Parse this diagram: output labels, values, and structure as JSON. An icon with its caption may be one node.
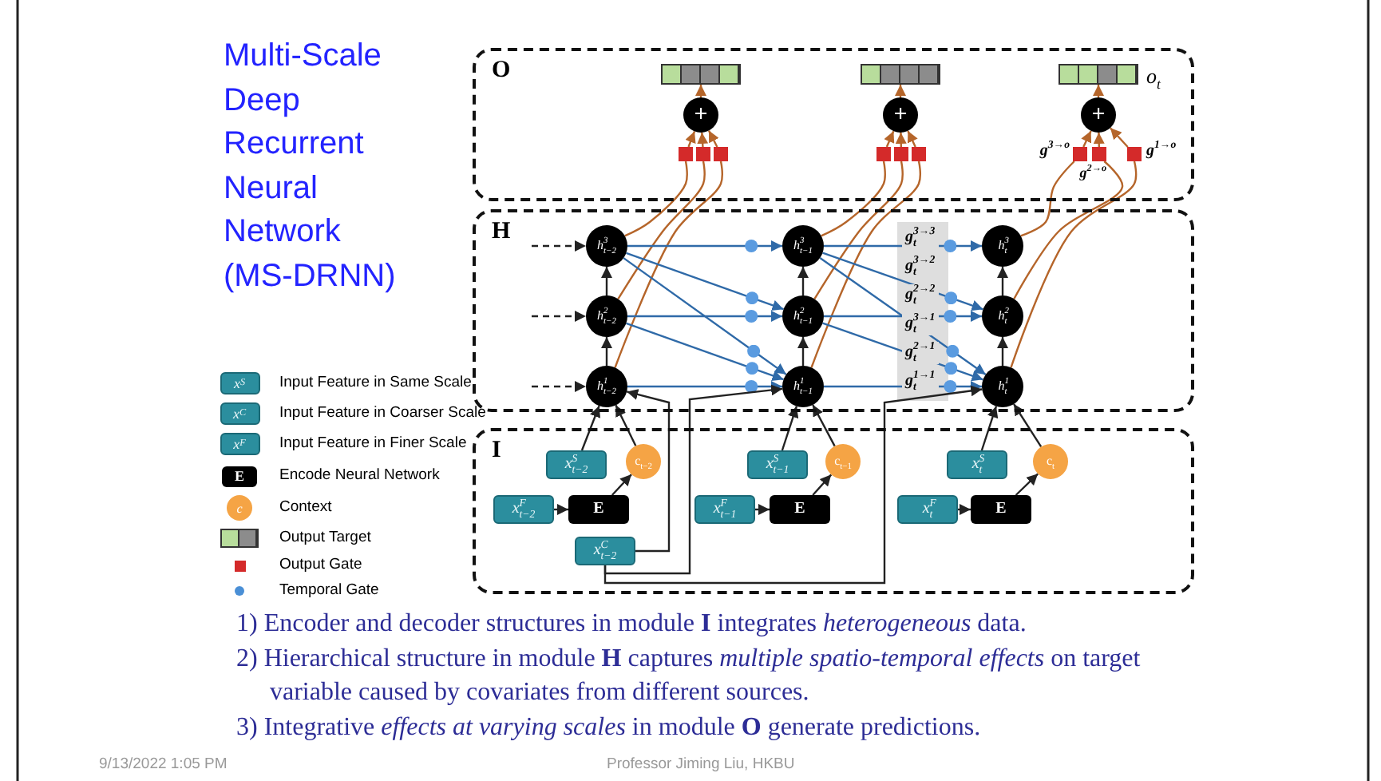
{
  "diagram": {
    "title": "Multi-Scale Deep Recurrent Neural Network (MS-DRNN)",
    "nodes": [
      {
        "text": [
          "O"
        ]
      },
      {
        "text": [
          "H"
        ]
      },
      {
        "text": [
          "I"
        ]
      },
      {
        "text": [],
        "shape": "bar",
        "in": 0
      },
      {
        "text": [],
        "shape": "bar",
        "in": 0
      },
      {
        "text": [],
        "shape": "bar",
        "in": 0,
        "beside": [
          "o$_{t}$"
        ]
      },
      {
        "text": [
          "+"
        ],
        "in": 0
      },
      {
        "text": [
          "+"
        ],
        "in": 0
      },
      {
        "text": [
          "+"
        ],
        "in": 0
      },
      {
        "text": [],
        "shape": "box",
        "in": 0
      },
      {
        "text": [],
        "shape": "box",
        "in": 0
      },
      {
        "text": [],
        "shape": "box",
        "in": 0
      },
      {
        "text": [],
        "shape": "box",
        "in": 0
      },
      {
        "text": [],
        "shape": "box",
        "in": 0
      },
      {
        "text": [],
        "shape": "box",
        "in": 0
      },
      {
        "text": [],
        "shape": "box",
        "in": 0,
        "beside": [
          "g$^{3→o}$"
        ]
      },
      {
        "text": [],
        "shape": "box",
        "in": 0,
        "beside": [
          "g$^{2→o}$"
        ]
      },
      {
        "text": [],
        "shape": "box",
        "in": 0,
        "beside": [
          "g$^{1→o}$"
        ]
      },
      {
        "text": [
          "h$^{3}$$_{t−2}$"
        ],
        "in": 1
      },
      {
        "text": [
          "h$^{2}$$_{t−2}$"
        ],
        "in": 1
      },
      {
        "text": [
          "h$^{1}$$_{t−2}$"
        ],
        "in": 1
      },
      {
        "text": [
          "h$^{3}$$_{t−1}$"
        ],
        "in": 1
      },
      {
        "text": [
          "h$^{2}$$_{t−1}$"
        ],
        "in": 1
      },
      {
        "text": [
          "h$^{1}$$_{t−1}$"
        ],
        "in": 1
      },
      {
        "text": [
          "h$^{3}$$_{t}$"
        ],
        "in": 1
      },
      {
        "text": [
          "h$^{2}$$_{t}$"
        ],
        "in": 1
      },
      {
        "text": [
          "h$^{1}$$_{t}$"
        ],
        "in": 1
      },
      {
        "text": [
          "x$^{S}$$_{t−2}$"
        ],
        "in": 2
      },
      {
        "text": [
          "c$_{t−2}$"
        ],
        "in": 2
      },
      {
        "text": [
          "x$^{F}$$_{t−2}$"
        ],
        "in": 2
      },
      {
        "text": [
          "E"
        ],
        "in": 2
      },
      {
        "text": [
          "x$^{C}$$_{t−2}$"
        ],
        "in": 2
      },
      {
        "text": [
          "x$^{S}$$_{t−1}$"
        ],
        "in": 2
      },
      {
        "text": [
          "c$_{t−1}$"
        ],
        "in": 2
      },
      {
        "text": [
          "x$^{F}$$_{t−1}$"
        ],
        "in": 2
      },
      {
        "text": [
          "E"
        ],
        "in": 2
      },
      {
        "text": [
          "x$^{S}$$_{t}$"
        ],
        "in": 2
      },
      {
        "text": [
          "c$_{t}$"
        ],
        "in": 2
      },
      {
        "text": [
          "x$^{F}$$_{t}$"
        ],
        "in": 2
      },
      {
        "text": [
          "E"
        ],
        "in": 2
      }
    ],
    "edges": [
      {
        "from": 6,
        "to": 3,
        "arrow": "to",
        "color": "#b5652a"
      },
      {
        "from": 7,
        "to": 4,
        "arrow": "to",
        "color": "#b5652a"
      },
      {
        "from": 8,
        "to": 5,
        "arrow": "to",
        "color": "#b5652a"
      },
      {
        "from": 9,
        "to": 6,
        "arrow": "to",
        "color": "#b5652a"
      },
      {
        "from": 10,
        "to": 6,
        "arrow": "to",
        "color": "#b5652a"
      },
      {
        "from": 11,
        "to": 6,
        "arrow": "to",
        "color": "#b5652a"
      },
      {
        "from": 12,
        "to": 7,
        "arrow": "to",
        "color": "#b5652a"
      },
      {
        "from": 13,
        "to": 7,
        "arrow": "to",
        "color": "#b5652a"
      },
      {
        "from": 14,
        "to": 7,
        "arrow": "to",
        "color": "#b5652a"
      },
      {
        "from": 15,
        "to": 8,
        "arrow": "to",
        "color": "#b5652a"
      },
      {
        "from": 16,
        "to": 8,
        "arrow": "to",
        "color": "#b5652a"
      },
      {
        "from": 17,
        "to": 8,
        "arrow": "to",
        "color": "#b5652a"
      },
      {
        "from": 18,
        "to": 9,
        "arrow": "none",
        "color": "#b5652a"
      },
      {
        "from": 19,
        "to": 10,
        "arrow": "none",
        "color": "#b5652a"
      },
      {
        "from": 20,
        "to": 11,
        "arrow": "none",
        "color": "#b5652a"
      },
      {
        "from": 21,
        "to": 12,
        "arrow": "none",
        "color": "#b5652a"
      },
      {
        "from": 22,
        "to": 13,
        "arrow": "none",
        "color": "#b5652a"
      },
      {
        "from": 23,
        "to": 14,
        "arrow": "none",
        "color": "#b5652a"
      },
      {
        "from": 24,
        "to": 15,
        "arrow": "none",
        "color": "#b5652a"
      },
      {
        "from": 25,
        "to": 16,
        "arrow": "none",
        "color": "#b5652a"
      },
      {
        "from": 26,
        "to": 17,
        "arrow": "none",
        "color": "#b5652a"
      },
      {
        "from": null,
        "to": 18,
        "arrow": "to",
        "style": "dashed"
      },
      {
        "from": null,
        "to": 19,
        "arrow": "to",
        "style": "dashed"
      },
      {
        "from": null,
        "to": 20,
        "arrow": "to",
        "style": "dashed"
      },
      {
        "from": 20,
        "to": 19,
        "arrow": "to"
      },
      {
        "from": 19,
        "to": 18,
        "arrow": "to"
      },
      {
        "from": 23,
        "to": 22,
        "arrow": "to"
      },
      {
        "from": 22,
        "to": 21,
        "arrow": "to"
      },
      {
        "from": 26,
        "to": 25,
        "arrow": "to"
      },
      {
        "from": 25,
        "to": 24,
        "arrow": "to"
      },
      {
        "from": 18,
        "to": 21,
        "arrow": "to",
        "color": "#2f6aa8"
      },
      {
        "from": 18,
        "to": 22,
        "arrow": "to",
        "color": "#2f6aa8"
      },
      {
        "from": 18,
        "to": 23,
        "arrow": "to",
        "color": "#2f6aa8"
      },
      {
        "from": 19,
        "to": 22,
        "arrow": "to",
        "color": "#2f6aa8"
      },
      {
        "from": 19,
        "to": 23,
        "arrow": "to",
        "color": "#2f6aa8"
      },
      {
        "from": 20,
        "to": 23,
        "arrow": "to",
        "color": "#2f6aa8"
      },
      {
        "from": 21,
        "to": 24,
        "arrow": "to",
        "color": "#2f6aa8"
      },
      {
        "from": 21,
        "to": 25,
        "arrow": "to",
        "color": "#2f6aa8"
      },
      {
        "from": 21,
        "to": 26,
        "arrow": "to",
        "color": "#2f6aa8"
      },
      {
        "from": 22,
        "to": 25,
        "arrow": "to",
        "color": "#2f6aa8"
      },
      {
        "from": 22,
        "to": 26,
        "arrow": "to",
        "color": "#2f6aa8"
      },
      {
        "from": 23,
        "to": 26,
        "arrow": "to",
        "color": "#2f6aa8"
      },
      {
        "from": 29,
        "to": 30,
        "arrow": "to"
      },
      {
        "from": 30,
        "to": 28,
        "arrow": "to"
      },
      {
        "from": 27,
        "to": 20,
        "arrow": "to"
      },
      {
        "from": 28,
        "to": 20,
        "arrow": "to"
      },
      {
        "from": 34,
        "to": 35,
        "arrow": "to"
      },
      {
        "from": 35,
        "to": 33,
        "arrow": "to"
      },
      {
        "from": 32,
        "to": 23,
        "arrow": "to"
      },
      {
        "from": 33,
        "to": 23,
        "arrow": "to"
      },
      {
        "from": 38,
        "to": 39,
        "arrow": "to"
      },
      {
        "from": 39,
        "to": 37,
        "arrow": "to"
      },
      {
        "from": 36,
        "to": 26,
        "arrow": "to"
      },
      {
        "from": 37,
        "to": 26,
        "arrow": "to"
      },
      {
        "from": 31,
        "to": 20,
        "arrow": "to"
      },
      {
        "from": 31,
        "to": 23,
        "arrow": "to"
      },
      {
        "from": 31,
        "to": 26,
        "arrow": "to"
      }
    ],
    "labels": [
      "x$^{S}$",
      "x$^{C}$",
      "x$^{F}$",
      "E",
      "c",
      "g$_{t}$$^{3→3}$",
      "g$_{t}$$^{3→2}$",
      "g$_{t}$$^{2→2}$",
      "g$_{t}$$^{3→1}$",
      "g$_{t}$$^{2→1}$",
      "g$_{t}$$^{1→1}$",
      "1) Encoder and decoder structures in module **I** integrates *heterogeneous* data.",
      "2) Hierarchical structure in module **H** captures *multiple spatio-temporal effects* on target variable caused by covariates from different sources.",
      "3) Integrative *effects at varying scales* in module **O** generate predictions.",
      "9/13/2022 1:05 PM",
      "Professor Jiming Liu, HKBU"
    ],
    "legend": [
      {
        "text": "Input Feature in Same Scale"
      },
      {
        "text": "Input Feature in Coarser Scale"
      },
      {
        "text": "Input Feature in Finer Scale"
      },
      {
        "text": "Encode Neural Network"
      },
      {
        "text": "Context"
      },
      {
        "text": "Output Target"
      },
      {
        "text": "Output Gate",
        "color": "#d42a2a"
      },
      {
        "text": "Temporal Gate",
        "color": "#4a8fd6"
      }
    ]
  }
}
